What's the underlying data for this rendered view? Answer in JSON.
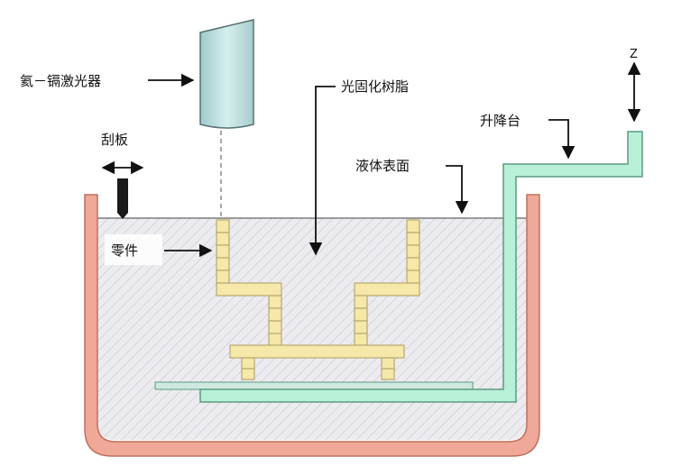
{
  "diagram": {
    "labels": {
      "laser": "氦－镉激光器",
      "resin": "光固化树脂",
      "scraper": "刮板",
      "platform": "升降台",
      "surface": "液体表面",
      "part": "零件",
      "z_axis": "Z"
    },
    "colors": {
      "vat": "#f0a898",
      "vat_stroke": "#c07060",
      "liquid": "#e8e8ec",
      "part": "#f5e8a8",
      "part_stroke": "#b8a870",
      "platform": "#b8f0d8",
      "platform_stroke": "#5a9a80",
      "laser_body": "#bfe0e0",
      "scraper": "#1a1a1a"
    }
  }
}
